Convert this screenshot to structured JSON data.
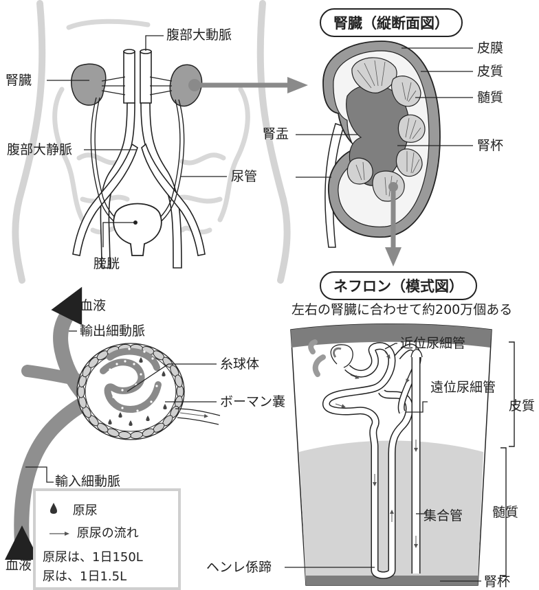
{
  "kidney_title": "腎臓（縦断面図）",
  "nephron_title": "ネフロン（模式図）",
  "nephron_note": "左右の腎臓に合わせて約200万個ある",
  "body_labels": {
    "aorta": "腹部大動脈",
    "kidney": "腎臓",
    "vena_cava": "腹部大静脈",
    "ureter": "尿管",
    "bladder": "膀胱"
  },
  "section_labels": {
    "capsule": "皮膜",
    "cortex": "皮質",
    "medulla": "髄質",
    "pelvis": "腎盂",
    "calyx": "腎杯"
  },
  "glomerulus_labels": {
    "blood_out": "血液",
    "efferent": "輸出細動脈",
    "glomerulus": "糸球体",
    "bowman": "ボーマン嚢",
    "blood_in": "血液",
    "afferent": "輸入細動脈"
  },
  "nephron_labels": {
    "proximal": "近位尿細管",
    "distal": "遠位尿細管",
    "cortex": "皮質",
    "collecting": "集合管",
    "medulla": "髄質",
    "henle": "ヘンレ係蹄",
    "calyx": "腎杯"
  },
  "legend": {
    "urine_symbol": "原尿",
    "flow_symbol": "原尿の流れ",
    "line1": "原尿は、1日150L",
    "line2": "尿は、1日1.5L"
  }
}
